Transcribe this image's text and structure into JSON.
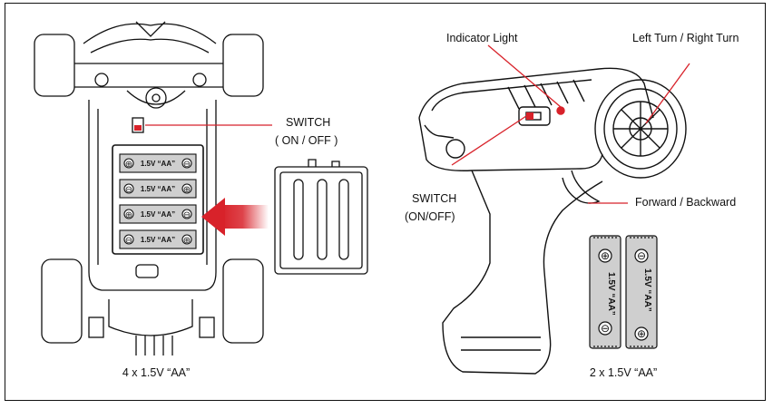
{
  "car": {
    "switch_label": "SWITCH",
    "switch_state": "( ON / OFF )",
    "battery_caption": "4 x 1.5V “AA”",
    "cell_label": "1.5V “AA”"
  },
  "remote": {
    "indicator_label": "Indicator Light",
    "steering_label": "Left Turn / Right Turn",
    "switch_label": "SWITCH",
    "switch_state": "(ON/OFF)",
    "throttle_label": "Forward / Backward",
    "battery_caption": "2 x 1.5V “AA”",
    "cell_label": "1.5V “AA”"
  },
  "colors": {
    "accent": "#d8222a",
    "line": "#111111",
    "battery_fill": "#cfcfcf"
  }
}
